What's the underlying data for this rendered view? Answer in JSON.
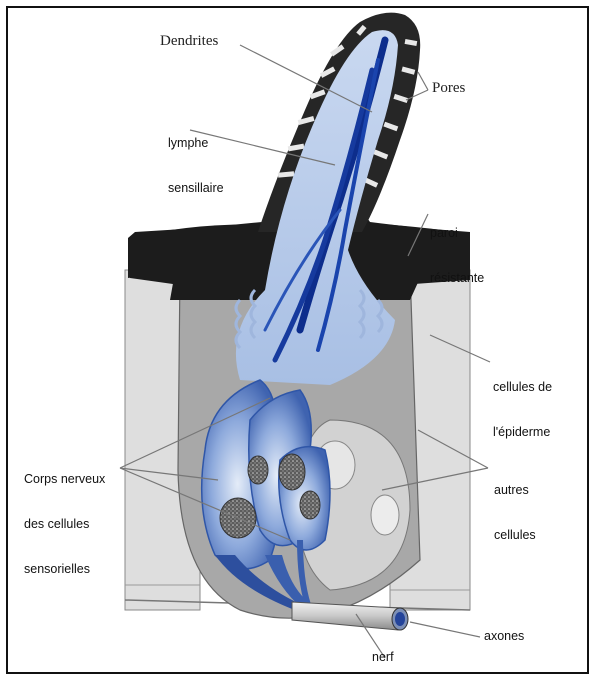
{
  "labels": {
    "dendrites": "Dendrites",
    "pores": "Pores",
    "lymphe_line1": "lymphe",
    "lymphe_line2": "sensillaire",
    "paroi_line1": "paroi",
    "paroi_line2": "résistante",
    "epiderme_line1": "cellules de",
    "epiderme_line2": "l'épiderme",
    "corps_line1": "Corps nerveux",
    "corps_line2": "des cellules",
    "corps_line3": "sensorielles",
    "autres_line1": "autres",
    "autres_line2": "cellules",
    "axones": "axones",
    "nerf": "nerf"
  },
  "colors": {
    "cuticle": "#1c1c1c",
    "pore": "#e8e8e8",
    "epidermis": "#dcdcdc",
    "cell_grey": "#a9a9a9",
    "lymph": "#b8cdea",
    "dendrite": "#0d2d8c",
    "sensory_cell": "#5a7fc4",
    "leader": "#777777"
  }
}
